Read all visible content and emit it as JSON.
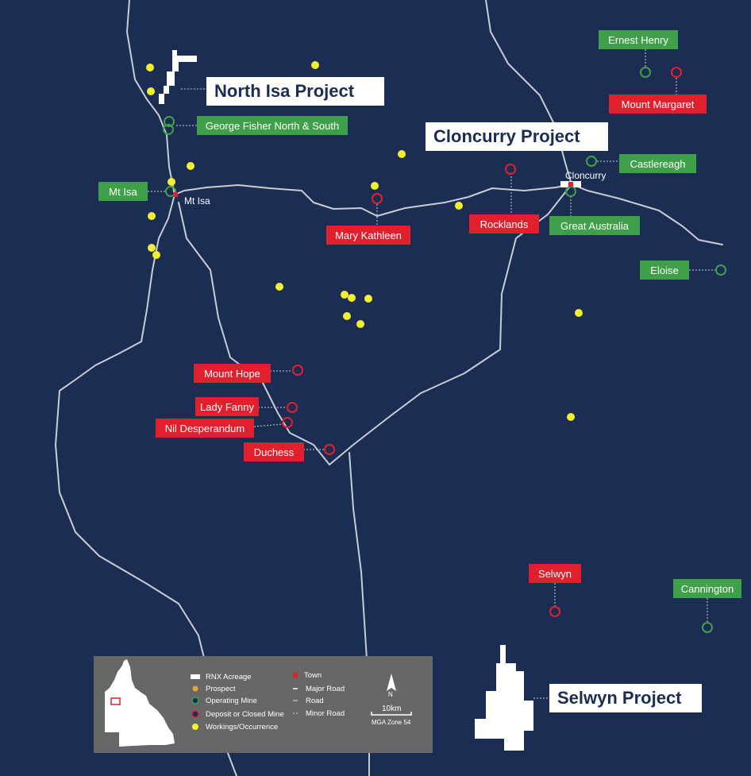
{
  "colors": {
    "background": "#1b2d52",
    "operating_mine": "#3fa049",
    "deposit": "#e21f2d",
    "workings": "#f2f030",
    "road": "#c9ccd3",
    "legend_bg": "#676767"
  },
  "projects": {
    "north_isa": "North Isa Project",
    "cloncurry": "Cloncurry Project",
    "selwyn": "Selwyn Project"
  },
  "towns": {
    "mt_isa": "Mt Isa",
    "cloncurry": "Cloncurry"
  },
  "operating_mines": {
    "ernest_henry": "Ernest Henry",
    "george_fisher": "George Fisher North & South",
    "mt_isa": "Mt Isa",
    "castlereagh": "Castlereagh",
    "great_australia": "Great Australia",
    "eloise": "Eloise",
    "cannington": "Cannington"
  },
  "deposits": {
    "mount_margaret": "Mount Margaret",
    "mary_kathleen": "Mary Kathleen",
    "rocklands": "Rocklands",
    "mount_hope": "Mount Hope",
    "lady_fanny": "Lady Fanny",
    "nil_desperandum": "Nil Desperandum",
    "duchess": "Duchess",
    "selwyn": "Selwyn"
  },
  "legend": {
    "rnx_acreage": "RNX Acreage",
    "prospect": "Prospect",
    "operating_mine": "Operating Mine",
    "deposit": "Deposit or Closed Mine",
    "workings": "Workings/Occurrence",
    "town": "Town",
    "major_road": "Major Road",
    "road": "Road",
    "minor_road": "Minor Road",
    "scale": "10km",
    "zone": "MGA Zone 54",
    "north": "N"
  }
}
